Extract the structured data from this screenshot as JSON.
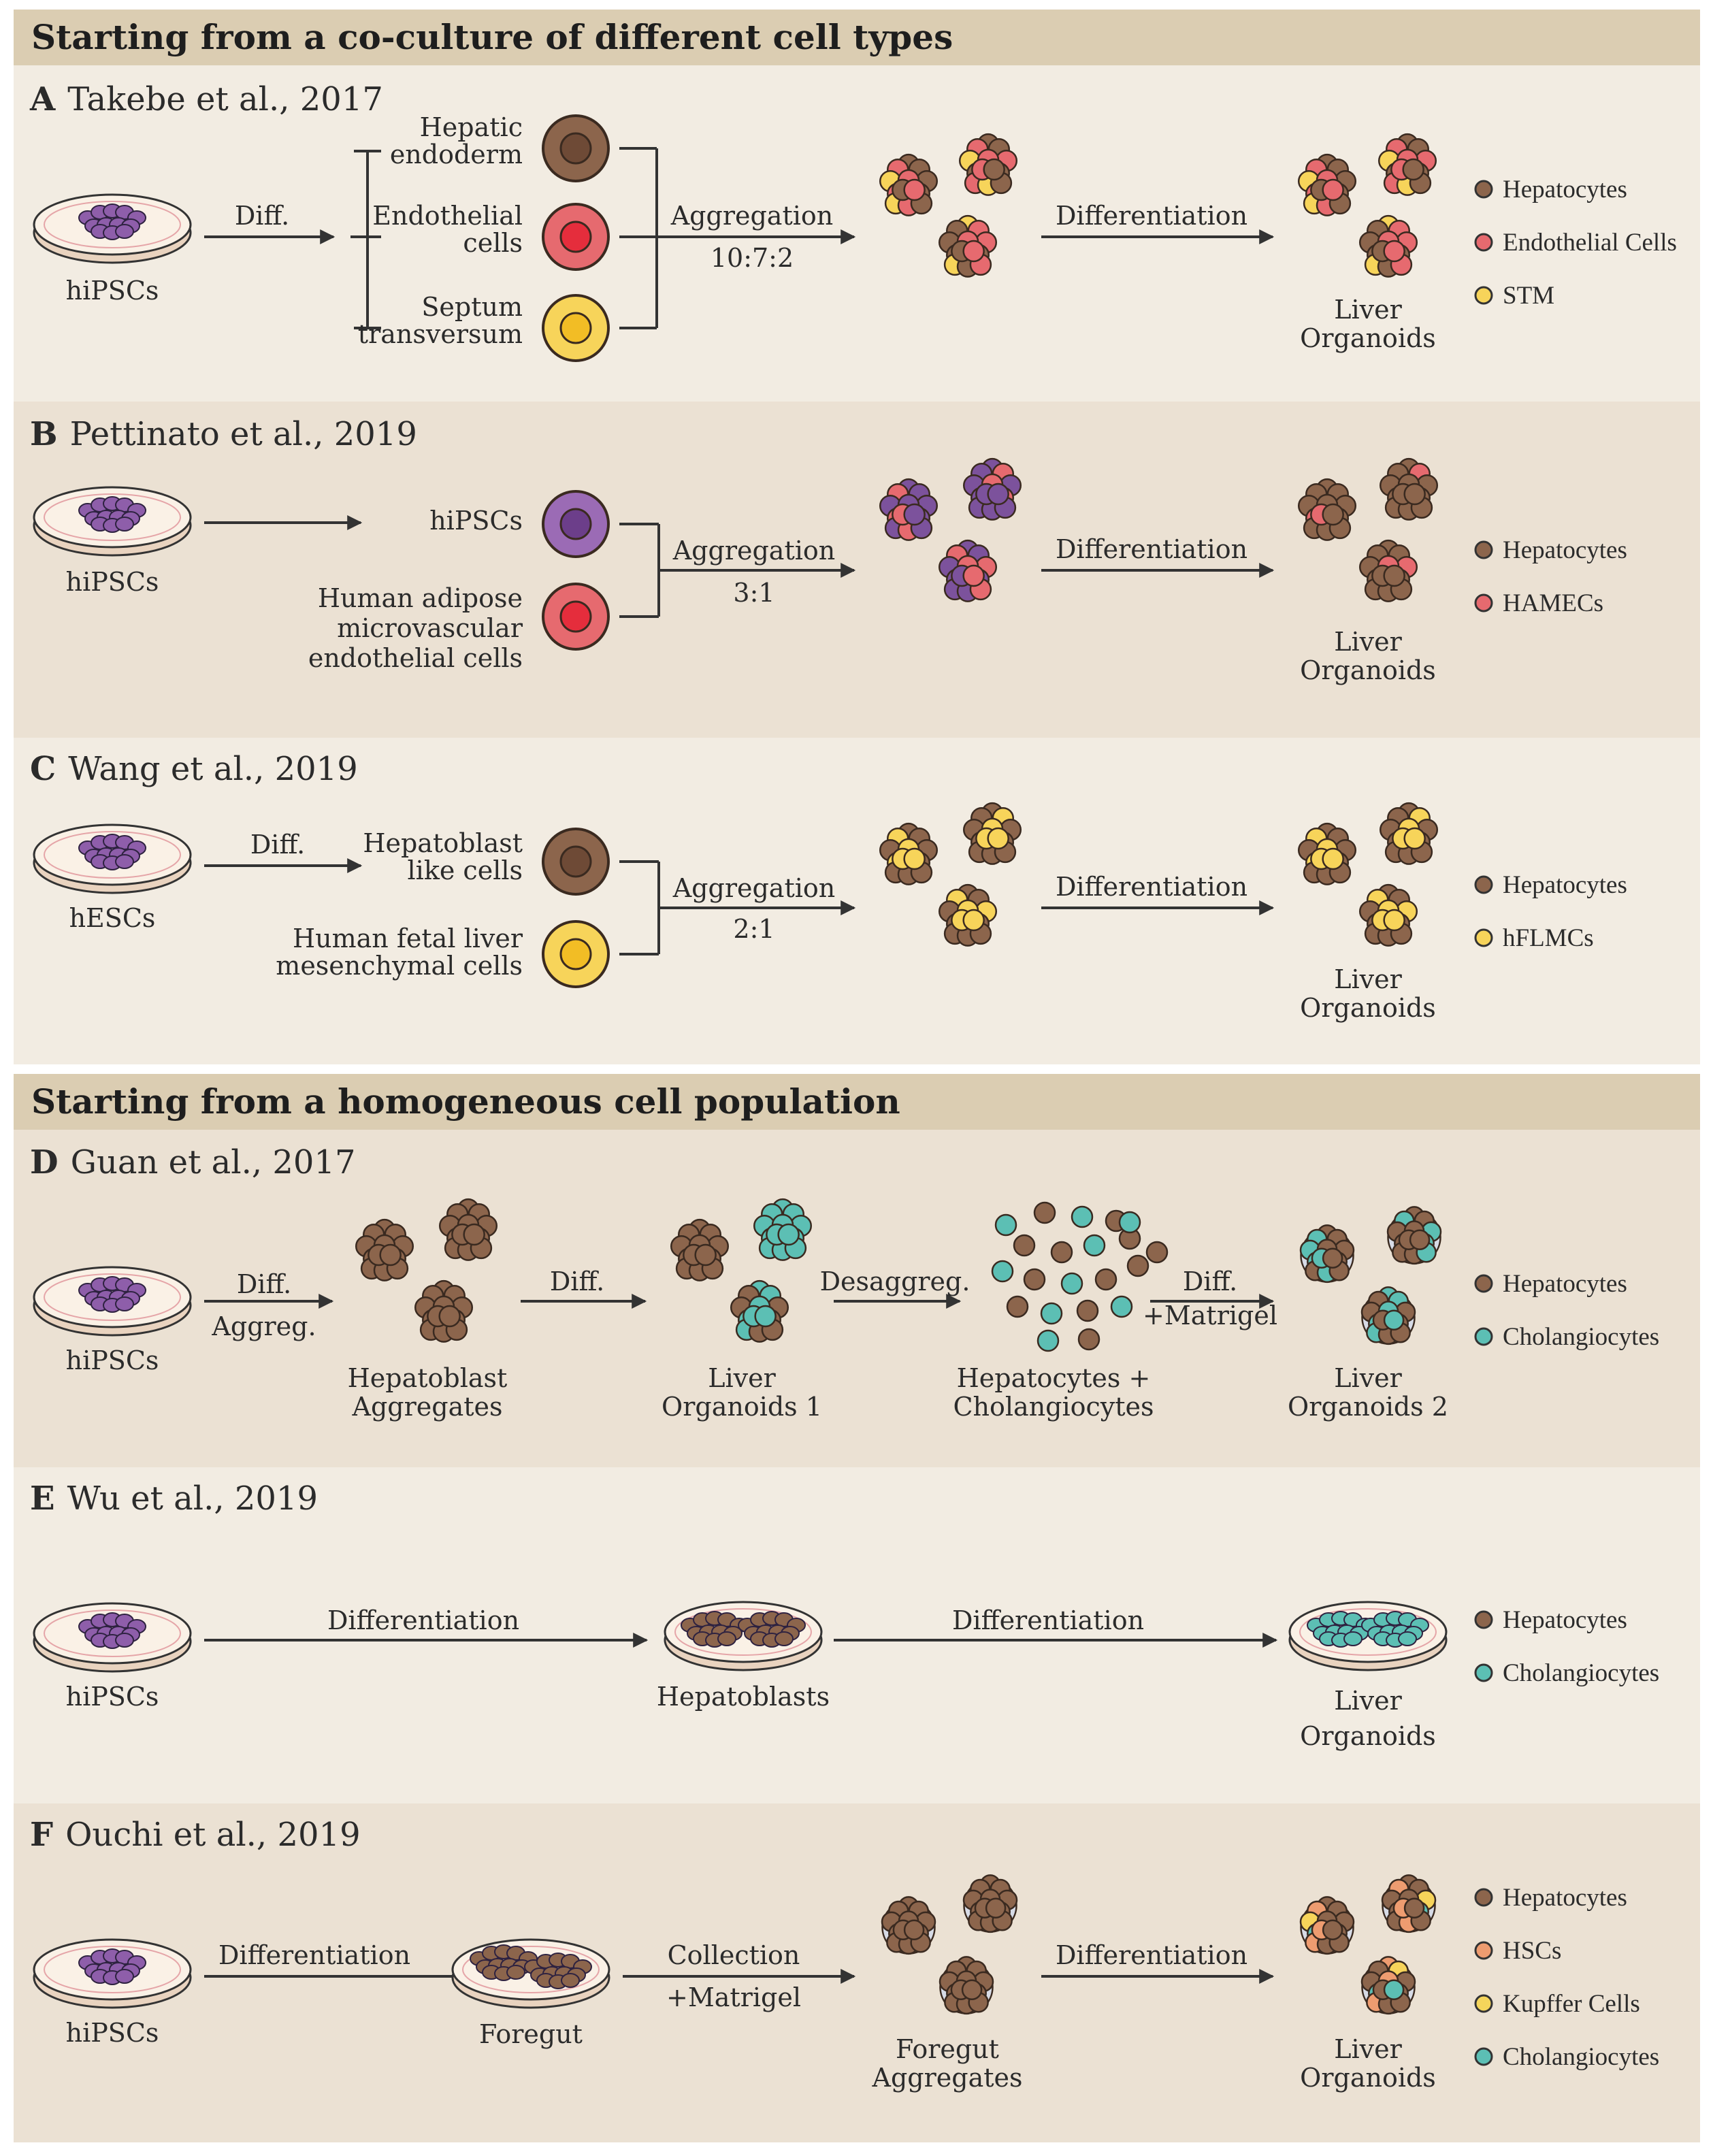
{
  "colors": {
    "header_bg": "#dbcdb2",
    "panel_light": "#f2ece2",
    "panel_dark": "#ebe1d3",
    "hepatocyte": "#8c654c",
    "endothelial": "#e66a6f",
    "stm": "#f7d45a",
    "cholangiocyte": "#5cbfb4",
    "hsc": "#ee9c70",
    "kupffer": "#f5d55b",
    "stem": "#7c529c",
    "hipsc_cell": "#8e5eaa"
  },
  "sections": [
    {
      "title": "Starting from a co-culture of different cell types"
    },
    {
      "title": "Starting from a homogeneous cell population"
    }
  ],
  "panels": [
    {
      "letter": "A",
      "title": "Takebe et al., 2017",
      "source": "hiPSCs",
      "arrow1": "Diff.",
      "inputs": [
        {
          "label_lines": [
            "Hepatic",
            "endoderm"
          ],
          "icon": "hepatic-endoderm-cell-icon"
        },
        {
          "label_lines": [
            "Endothelial",
            "cells"
          ],
          "icon": "endothelial-cell-icon"
        },
        {
          "label_lines": [
            "Septum",
            "transversum"
          ],
          "icon": "septum-transversum-cell-icon"
        }
      ],
      "aggregation": "Aggregation",
      "ratio": "10:7:2",
      "arrow2": "Differentiation",
      "result_lines": [
        "Liver",
        "Organoids"
      ],
      "legend": [
        "Hepatocytes",
        "Endothelial Cells",
        "STM"
      ]
    },
    {
      "letter": "B",
      "title": "Pettinato et al., 2019",
      "source": "hiPSCs",
      "inputs": [
        {
          "label_lines": [
            "hiPSCs"
          ],
          "icon": "hipsc-cell-icon"
        },
        {
          "label_lines": [
            "Human adipose",
            "microvascular",
            "endothelial cells"
          ],
          "icon": "hamec-cell-icon"
        }
      ],
      "aggregation": "Aggregation",
      "ratio": "3:1",
      "arrow2": "Differentiation",
      "result_lines": [
        "Liver",
        "Organoids"
      ],
      "legend": [
        "Hepatocytes",
        "HAMECs"
      ]
    },
    {
      "letter": "C",
      "title": "Wang et al., 2019",
      "source": "hESCs",
      "arrow1": "Diff.",
      "inputs": [
        {
          "label_lines": [
            "Hepatoblast",
            "like cells"
          ],
          "icon": "hepatoblast-cell-icon"
        },
        {
          "label_lines": [
            "Human fetal liver",
            "mesenchymal cells"
          ],
          "icon": "hflmc-cell-icon"
        }
      ],
      "aggregation": "Aggregation",
      "ratio": "2:1",
      "arrow2": "Differentiation",
      "result_lines": [
        "Liver",
        "Organoids"
      ],
      "legend": [
        "Hepatocytes",
        "hFLMCs"
      ]
    },
    {
      "letter": "D",
      "title": "Guan et al., 2017",
      "source": "hiPSCs",
      "arrow1_lines": [
        "Diff.",
        "Aggreg."
      ],
      "stage1_lines": [
        "Hepatoblast",
        "Aggregates"
      ],
      "arrow2": "Diff.",
      "stage2_lines": [
        "Liver",
        "Organoids 1"
      ],
      "arrow3": "Desaggreg.",
      "stage3_lines": [
        "Hepatocytes +",
        "Cholangiocytes"
      ],
      "arrow4_lines": [
        "Diff.",
        "+Matrigel"
      ],
      "stage4_lines": [
        "Liver",
        "Organoids 2"
      ],
      "legend": [
        "Hepatocytes",
        "Cholangiocytes"
      ]
    },
    {
      "letter": "E",
      "title": "Wu et al., 2019",
      "source": "hiPSCs",
      "arrow1": "Differentiation",
      "stage1": "Hepatoblasts",
      "arrow2": "Differentiation",
      "result_lines": [
        "Liver",
        "Organoids"
      ],
      "legend": [
        "Hepatocytes",
        "Cholangiocytes"
      ]
    },
    {
      "letter": "F",
      "title": "Ouchi et al., 2019",
      "source": "hiPSCs",
      "arrow1": "Differentiation",
      "stage1": "Foregut",
      "arrow2_lines": [
        "Collection",
        "+Matrigel"
      ],
      "stage2_lines": [
        "Foregut",
        "Aggregates"
      ],
      "arrow3": "Differentiation",
      "result_lines": [
        "Liver",
        "Organoids"
      ],
      "legend": [
        "Hepatocytes",
        "HSCs",
        "Kupffer Cells",
        "Cholangiocytes"
      ]
    }
  ]
}
